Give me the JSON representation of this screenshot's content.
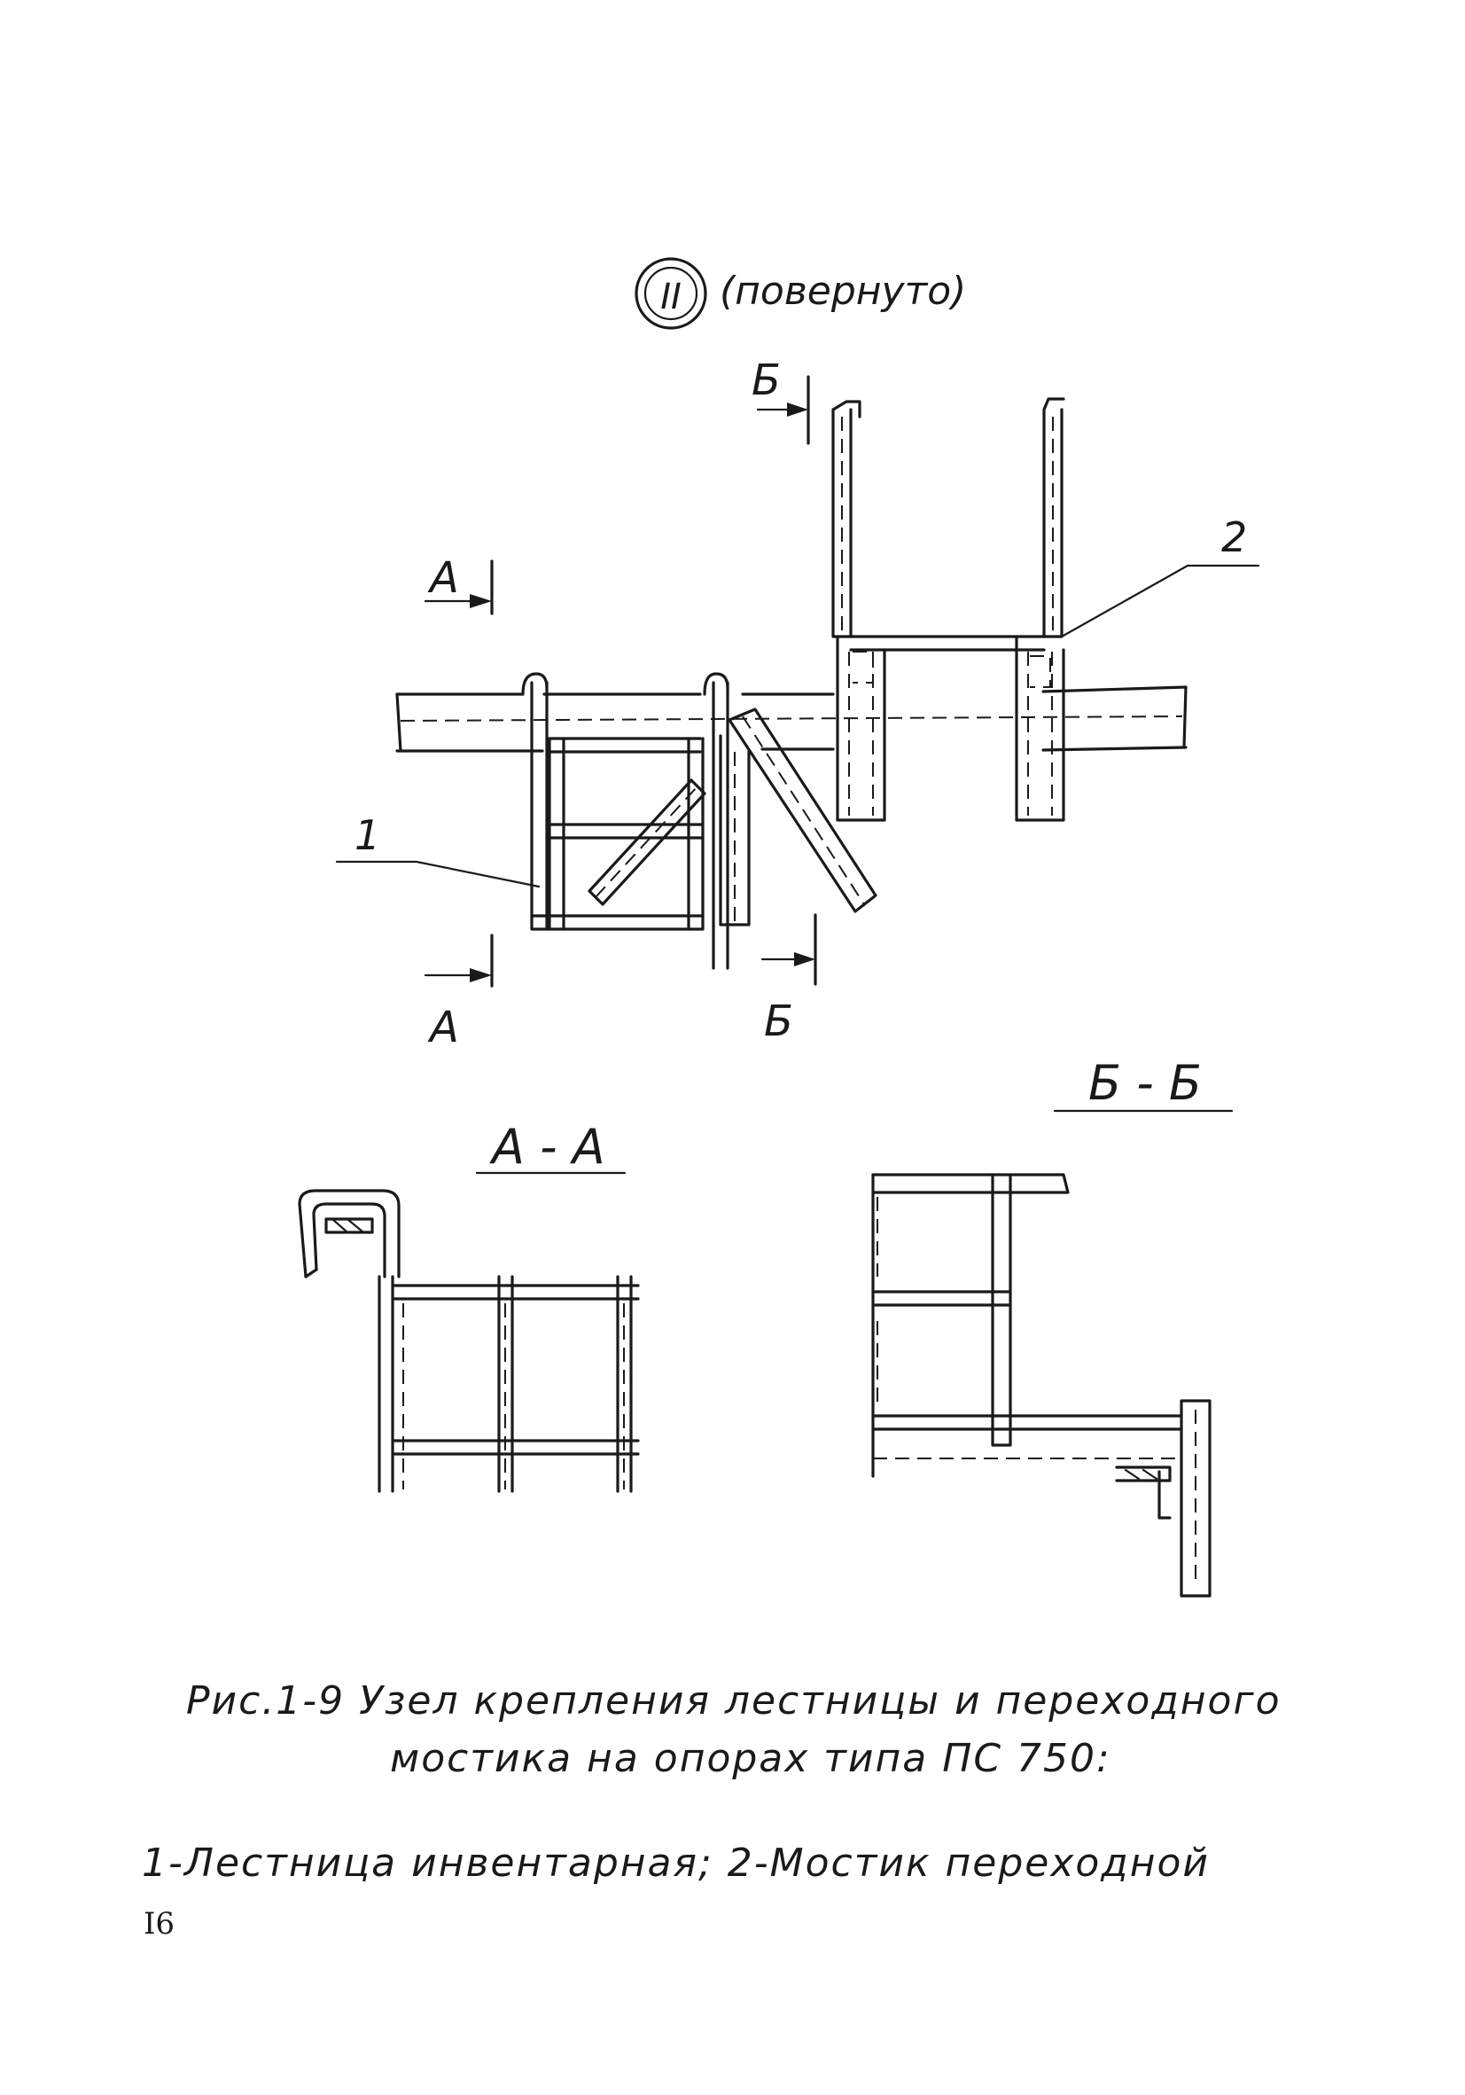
{
  "header": {
    "node_number": "II",
    "node_note": "(повернуто)"
  },
  "section_marks": {
    "a": "А",
    "b": "Б"
  },
  "callouts": {
    "item1": "1",
    "item2": "2"
  },
  "views": {
    "section_aa": "А - А",
    "section_bb": "Б - Б"
  },
  "caption": {
    "line1": "Рис.1-9 Узел крепления лестницы и переходного",
    "line2": "мостика на опорах типа ПС 750:",
    "legend": "1-Лестница инвентарная; 2-Мостик переходной"
  },
  "page_number": "I6"
}
